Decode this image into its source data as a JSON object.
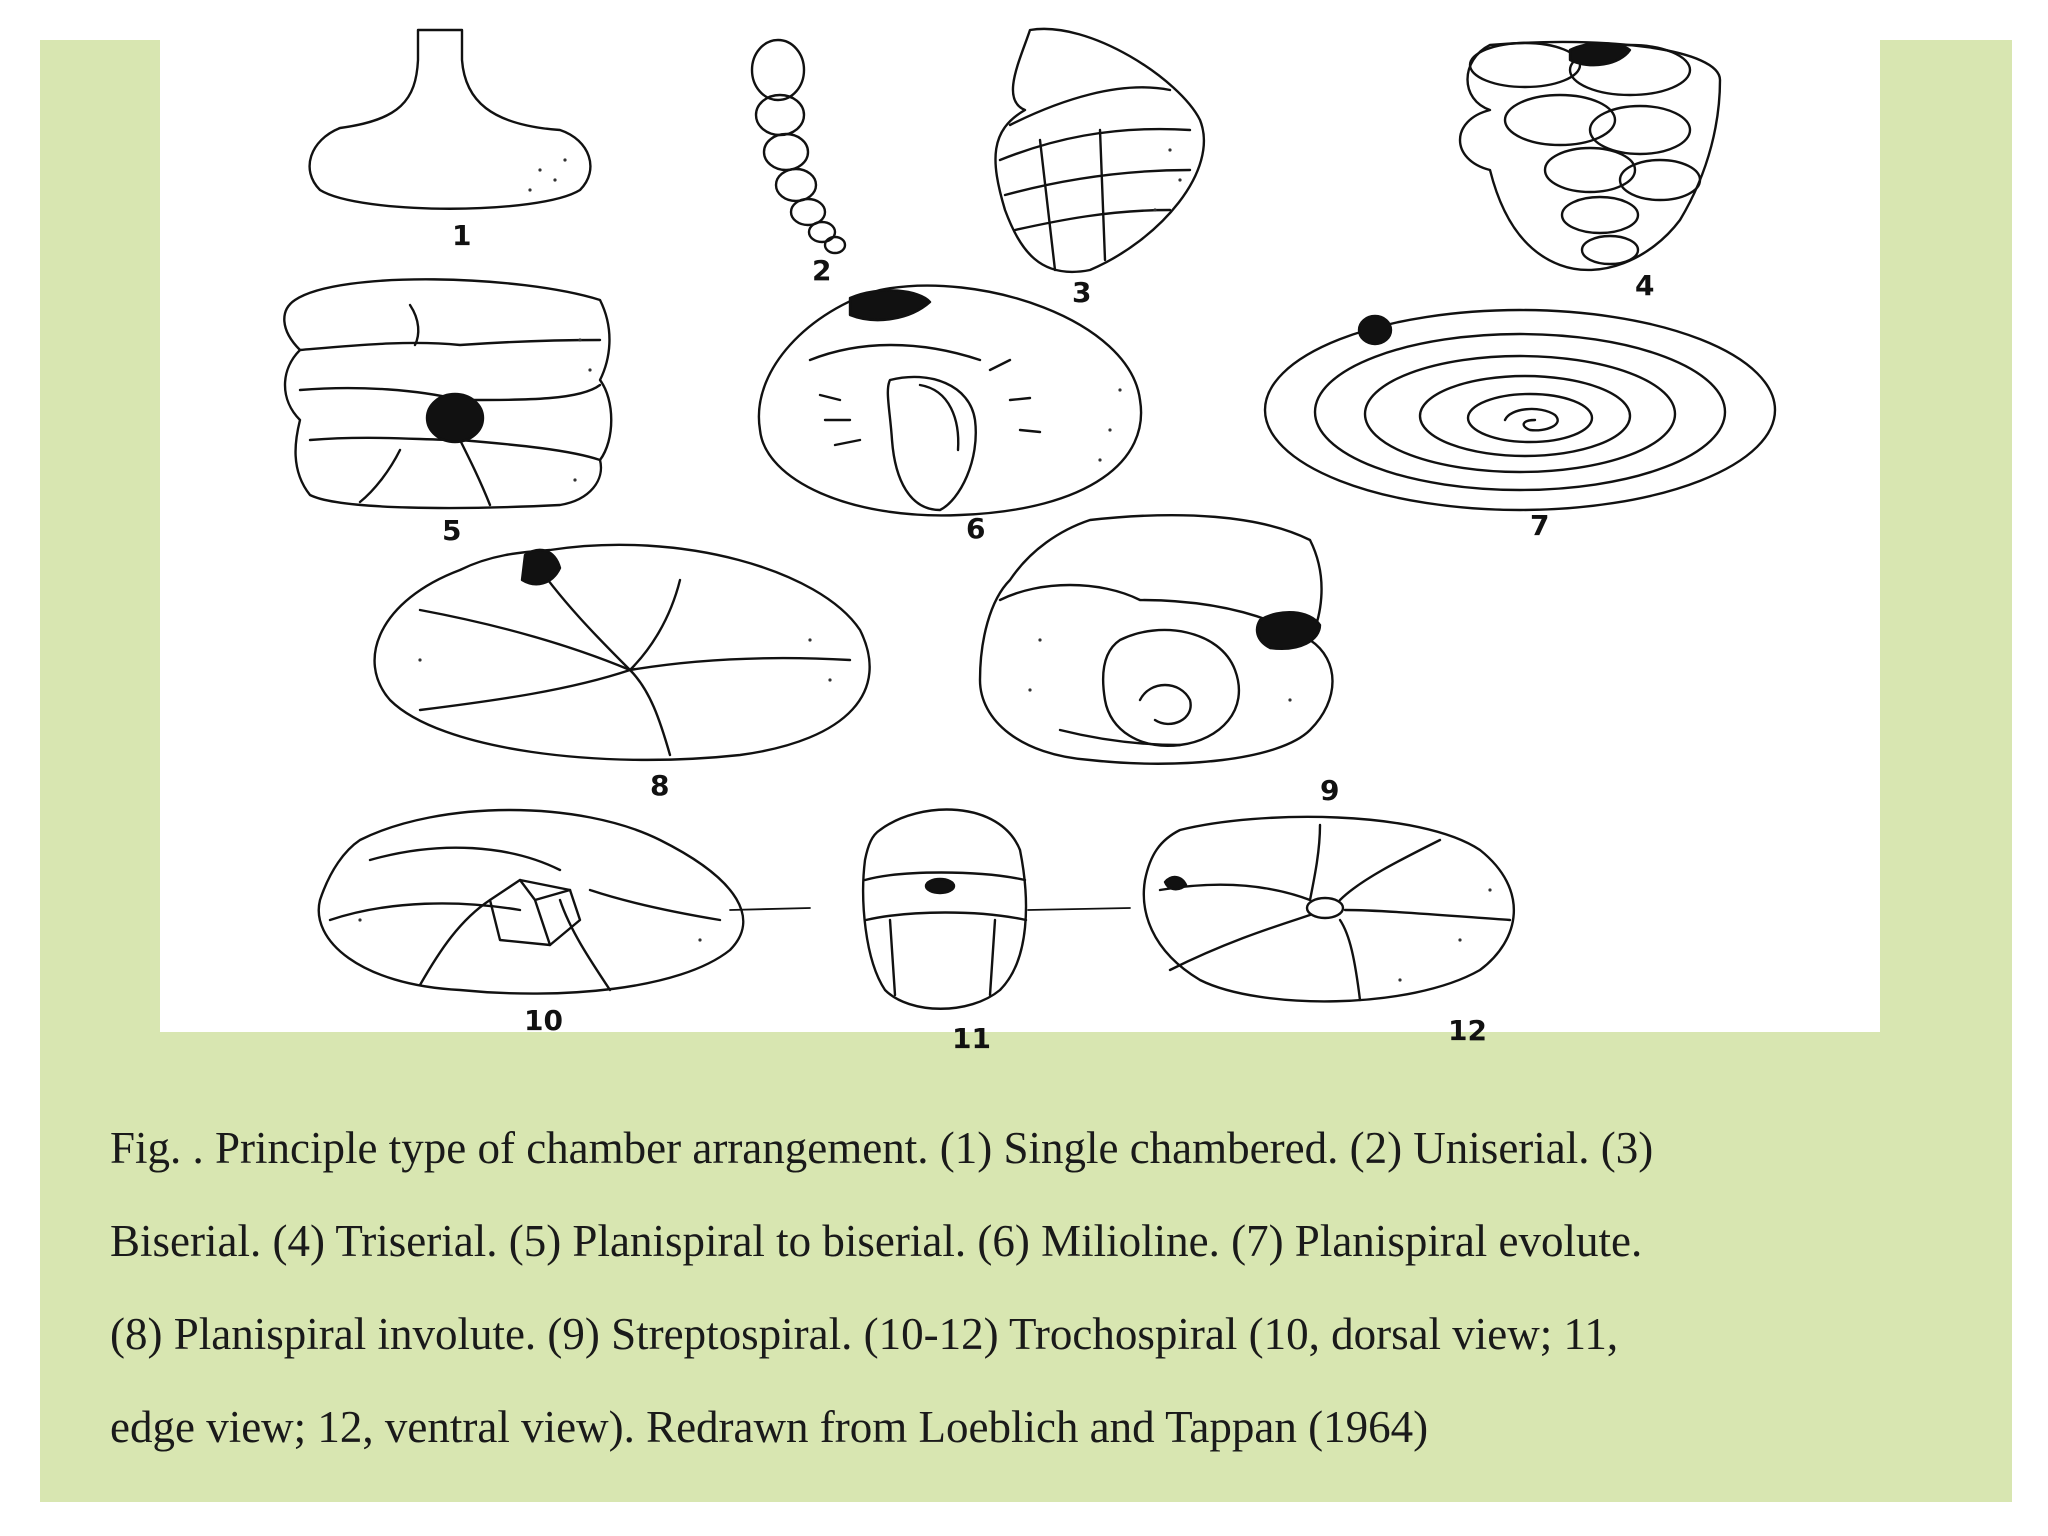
{
  "figure": {
    "specimen_labels": [
      "1",
      "2",
      "3",
      "4",
      "5",
      "6",
      "7",
      "8",
      "9",
      "10",
      "11",
      "12"
    ]
  },
  "caption": {
    "lines": [
      "Fig. . Principle type of chamber arrangement. (1) Single chambered. (2) Uniserial. (3)",
      "Biserial. (4) Triserial. (5) Planispiral to biserial. (6) Milioline. (7) Planispiral evolute.",
      "(8) Planispiral involute. (9) Streptospiral. (10-12) Trochospiral (10, dorsal view; 11,",
      "edge view; 12, ventral view). Redrawn from Loeblich and Tappan (1964)"
    ]
  },
  "colors": {
    "panel_background": "#d8e6b1",
    "figure_background": "#ffffff",
    "ink": "#111111"
  }
}
